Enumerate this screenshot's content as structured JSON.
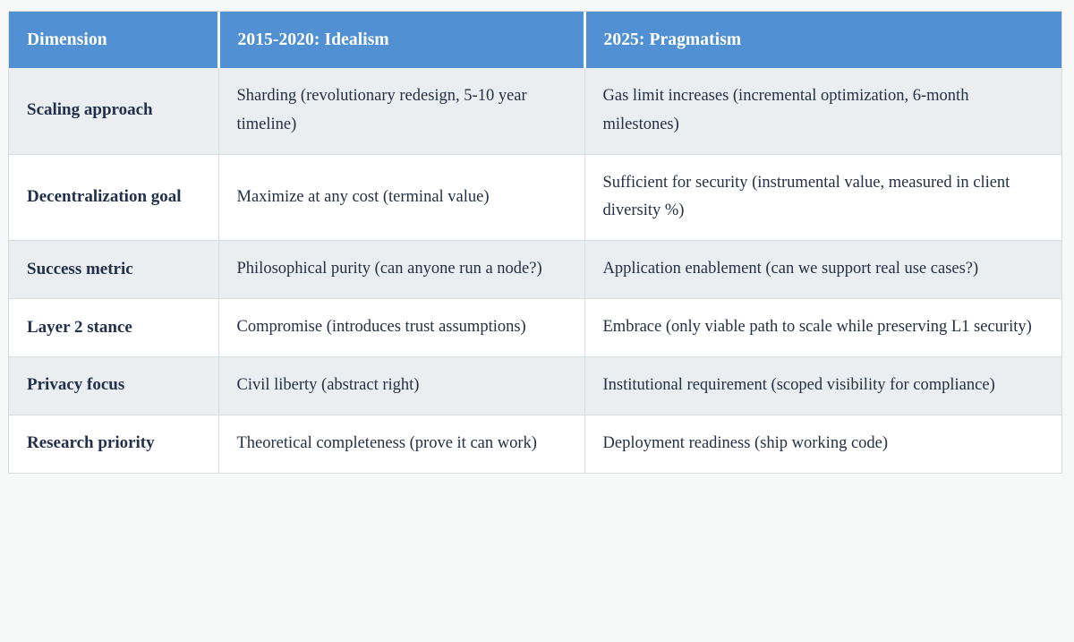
{
  "table": {
    "columns": [
      {
        "key": "dimension",
        "label": "Dimension"
      },
      {
        "key": "idealism",
        "label": "2015-2020: Idealism"
      },
      {
        "key": "pragmatism",
        "label": "2025: Pragmatism"
      }
    ],
    "rows": [
      {
        "dimension": "Scaling approach",
        "idealism": "Sharding (revolutionary redesign, 5-10 year timeline)",
        "pragmatism": "Gas limit increases (incremental optimization, 6-month milestones)"
      },
      {
        "dimension": "Decentralization goal",
        "idealism": "Maximize at any cost (terminal value)",
        "pragmatism": "Sufficient for security (instrumental value, measured in client diversity %)"
      },
      {
        "dimension": "Success metric",
        "idealism": "Philosophical purity (can anyone run a node?)",
        "pragmatism": "Application enablement (can we support real use cases?)"
      },
      {
        "dimension": "Layer 2 stance",
        "idealism": "Compromise (introduces trust assumptions)",
        "pragmatism": "Embrace (only viable path to scale while preserving L1 security)"
      },
      {
        "dimension": "Privacy focus",
        "idealism": "Civil liberty (abstract right)",
        "pragmatism": "Institutional requirement (scoped visibility for compliance)"
      },
      {
        "dimension": "Research priority",
        "idealism": "Theoretical completeness (prove it can work)",
        "pragmatism": "Deployment readiness (ship working code)"
      }
    ]
  },
  "colors": {
    "header_background": "#5191d3",
    "header_text": "#ffffff",
    "row_shaded_background": "#eaeef0",
    "row_plain_background": "#ffffff",
    "body_text": "#243044",
    "border": "#d9dde0",
    "page_background": "#f7f8f8"
  }
}
